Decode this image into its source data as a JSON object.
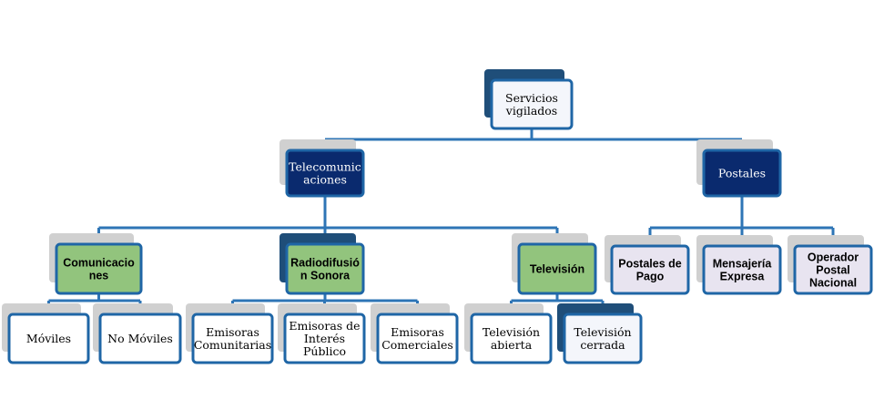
{
  "colors": {
    "line": "#2e75b6",
    "border": "#1f66a6",
    "root_shadow": "#1f4e79",
    "gray_shadow": "#d0d0d0",
    "navy_fill": "#0a2a6e",
    "green_fill": "#92c47d",
    "lavender_fill": "#e8e4f0",
    "white_fill": "#ffffff",
    "pale_fill": "#f4f6fb",
    "dark_text": "#000000",
    "light_text": "#ffffff"
  },
  "nodes": [
    {
      "id": "root",
      "lines": [
        "Servicios",
        "vigilados"
      ],
      "style": "pale",
      "shadow": "blue"
    },
    {
      "id": "telecom",
      "lines": [
        "Telecomunic",
        "aciones"
      ],
      "style": "navy",
      "shadow": "gray"
    },
    {
      "id": "postales",
      "lines": [
        "Postales"
      ],
      "style": "navy",
      "shadow": "gray"
    },
    {
      "id": "comunicaciones",
      "lines": [
        "Comunicacio",
        "nes"
      ],
      "style": "green",
      "shadow": "gray"
    },
    {
      "id": "radiodifusion",
      "lines": [
        "Radiodifusió",
        "n Sonora"
      ],
      "style": "green",
      "shadow": "blue"
    },
    {
      "id": "television",
      "lines": [
        "Televisión"
      ],
      "style": "green",
      "shadow": "gray"
    },
    {
      "id": "moviles",
      "lines": [
        "Móviles"
      ],
      "style": "white",
      "shadow": "gray"
    },
    {
      "id": "no-moviles",
      "lines": [
        "No Móviles"
      ],
      "style": "white",
      "shadow": "gray"
    },
    {
      "id": "emisoras-comunitarias",
      "lines": [
        "Emisoras",
        "Comunitarias"
      ],
      "style": "white",
      "shadow": "gray"
    },
    {
      "id": "emisoras-interes",
      "lines": [
        "Emisoras de",
        "Interés",
        "Público"
      ],
      "style": "white",
      "shadow": "gray"
    },
    {
      "id": "emisoras-comerciales",
      "lines": [
        "Emisoras",
        "Comerciales"
      ],
      "style": "white",
      "shadow": "gray"
    },
    {
      "id": "tv-abierta",
      "lines": [
        "Televisión",
        "abierta"
      ],
      "style": "white",
      "shadow": "gray"
    },
    {
      "id": "tv-cerrada",
      "lines": [
        "Televisión",
        "cerrada"
      ],
      "style": "pale",
      "shadow": "blue"
    },
    {
      "id": "postales-pago",
      "lines": [
        "Postales de",
        "Pago"
      ],
      "style": "lavender",
      "shadow": "gray"
    },
    {
      "id": "mensajeria",
      "lines": [
        "Mensajería",
        "Expresa"
      ],
      "style": "lavender",
      "shadow": "gray"
    },
    {
      "id": "operador-postal",
      "lines": [
        "Operador",
        "Postal",
        "Nacional"
      ],
      "style": "lavender",
      "shadow": "gray"
    }
  ],
  "edges": [
    [
      "root",
      "telecom"
    ],
    [
      "root",
      "postales"
    ],
    [
      "telecom",
      "comunicaciones"
    ],
    [
      "telecom",
      "radiodifusion"
    ],
    [
      "telecom",
      "television"
    ],
    [
      "comunicaciones",
      "moviles"
    ],
    [
      "comunicaciones",
      "no-moviles"
    ],
    [
      "radiodifusion",
      "emisoras-comunitarias"
    ],
    [
      "radiodifusion",
      "emisoras-interes"
    ],
    [
      "radiodifusion",
      "emisoras-comerciales"
    ],
    [
      "television",
      "tv-abierta"
    ],
    [
      "television",
      "tv-cerrada"
    ],
    [
      "postales",
      "postales-pago"
    ],
    [
      "postales",
      "mensajeria"
    ],
    [
      "postales",
      "operador-postal"
    ]
  ]
}
